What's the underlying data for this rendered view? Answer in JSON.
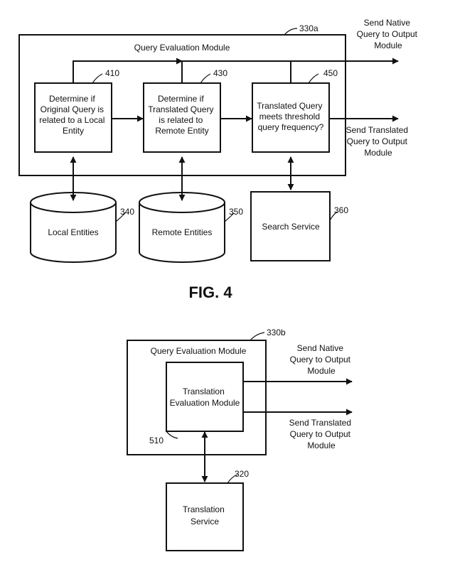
{
  "fig4": {
    "module_ref": "330a",
    "module_title": "Query Evaluation Module",
    "box_410": {
      "ref": "410",
      "lines": [
        "Determine if",
        "Original Query is",
        "related to a Local",
        "Entity"
      ]
    },
    "box_430": {
      "ref": "430",
      "lines": [
        "Determine if",
        "Translated Query",
        "is related to",
        "Remote Entity"
      ]
    },
    "box_450": {
      "ref": "450",
      "lines": [
        "Translated Query",
        "meets threshold",
        "query frequency?"
      ]
    },
    "out_native": [
      "Send Native",
      "Query to Output",
      "Module"
    ],
    "out_translated": [
      "Send Translated",
      "Query to Output",
      "Module"
    ],
    "db_local": {
      "ref": "340",
      "label": "Local Entities"
    },
    "db_remote": {
      "ref": "350",
      "label": "Remote Entities"
    },
    "search": {
      "ref": "360",
      "label": "Search Service"
    },
    "caption": "FIG. 4"
  },
  "fig5": {
    "module_ref": "330b",
    "module_title": "Query Evaluation Module",
    "inner": {
      "ref": "510",
      "lines": [
        "Translation",
        "Evaluation Module"
      ]
    },
    "out_native": [
      "Send Native",
      "Query to Output",
      "Module"
    ],
    "out_translated": [
      "Send Translated",
      "Query to Output",
      "Module"
    ],
    "service": {
      "ref": "320",
      "lines": [
        "Translation",
        "Service"
      ]
    }
  }
}
